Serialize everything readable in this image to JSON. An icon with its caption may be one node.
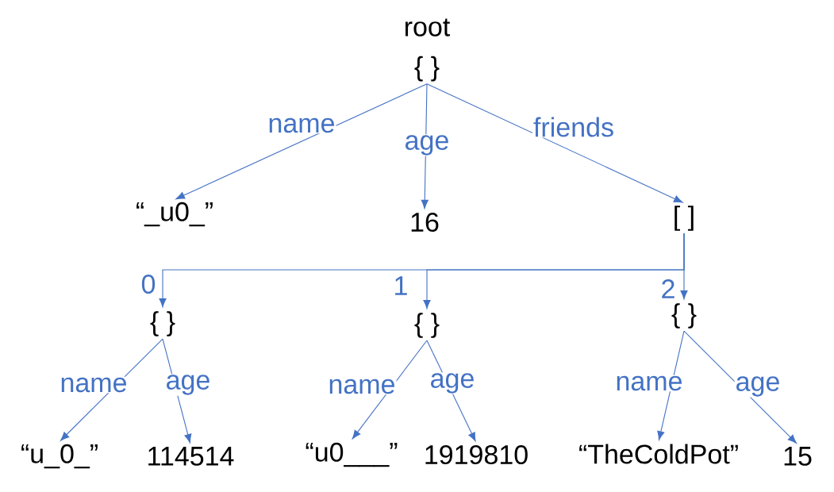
{
  "diagram": {
    "nodes": [
      {
        "text": [
          "root",
          "{ }"
        ]
      },
      {
        "text": [
          "“_u0_”"
        ]
      },
      {
        "text": [
          "16"
        ]
      },
      {
        "text": [
          "[ ]"
        ]
      },
      {
        "text": [
          "{ }"
        ]
      },
      {
        "text": [
          "{ }"
        ]
      },
      {
        "text": [
          "{ }"
        ]
      },
      {
        "text": [
          "“u_0_”"
        ]
      },
      {
        "text": [
          "114514"
        ]
      },
      {
        "text": [
          "“u0___”"
        ]
      },
      {
        "text": [
          "1919810"
        ]
      },
      {
        "text": [
          "“TheColdPot”"
        ]
      },
      {
        "text": [
          "15"
        ]
      }
    ],
    "edges": [
      {
        "from": 0,
        "to": 1,
        "arrow": "to",
        "label": "name"
      },
      {
        "from": 0,
        "to": 2,
        "arrow": "to",
        "label": "age"
      },
      {
        "from": 0,
        "to": 3,
        "arrow": "to",
        "label": "friends"
      },
      {
        "from": 3,
        "to": 4,
        "arrow": "to",
        "label": "0"
      },
      {
        "from": 3,
        "to": 5,
        "arrow": "to",
        "label": "1"
      },
      {
        "from": 3,
        "to": 6,
        "arrow": "to",
        "label": "2"
      },
      {
        "from": 4,
        "to": 7,
        "arrow": "to",
        "label": "name"
      },
      {
        "from": 4,
        "to": 8,
        "arrow": "to",
        "label": "age"
      },
      {
        "from": 5,
        "to": 9,
        "arrow": "to",
        "label": "name"
      },
      {
        "from": 5,
        "to": 10,
        "arrow": "to",
        "label": "age"
      },
      {
        "from": 6,
        "to": 11,
        "arrow": "to",
        "label": "name"
      },
      {
        "from": 6,
        "to": 12,
        "arrow": "to",
        "label": "age"
      }
    ]
  }
}
